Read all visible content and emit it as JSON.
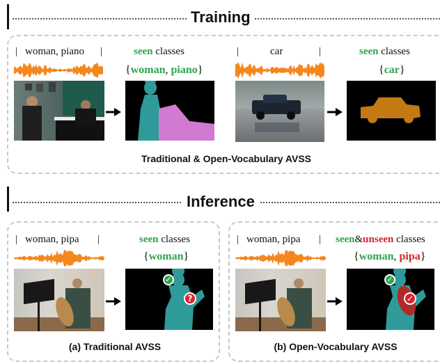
{
  "sections": {
    "training": "Training",
    "inference": "Inference"
  },
  "training": {
    "audio1_label": "woman, piano",
    "seen1_word": "seen",
    "seen1_classes_word": " classes",
    "set1_open": "{",
    "set1_a": "woman",
    "set1_sep": ", ",
    "set1_b": "piano",
    "set1_close": "}",
    "audio2_label": "car",
    "seen2_word": "seen",
    "seen2_classes_word": " classes",
    "set2_open": "{",
    "set2_a": "car",
    "set2_close": "}",
    "caption": "Traditional & Open-Vocabulary AVSS"
  },
  "inference_left": {
    "audio_label": "woman, pipa",
    "seen_word": "seen",
    "classes_word": " classes",
    "set_open": "{",
    "set_a": "woman",
    "set_close": "}",
    "caption": "(a) Traditional AVSS",
    "check_glyph": "✓",
    "question_glyph": "?"
  },
  "inference_right": {
    "audio_label": "woman, pipa",
    "seen_word": "seen",
    "amp": "&",
    "unseen_word": "unseen",
    "classes_word": " classes",
    "set_open": "{",
    "set_a": "woman",
    "set_sep": ", ",
    "set_b": "pipa",
    "set_close": "}",
    "caption": "(b) Open-Vocabulary AVSS",
    "check_glyph": "✓"
  },
  "colors": {
    "seen_green": "#2ea44f",
    "unseen_red": "#d9232a",
    "audio_orange": "#f5871f",
    "woman_teal": "#2f9a9a",
    "piano_pink": "#d27ad2",
    "car_brown": "#c47a12",
    "pipa_red": "#b02a2a"
  },
  "icons": [
    "audio-waveform-icon",
    "right-arrow-icon",
    "check-icon",
    "question-icon"
  ]
}
